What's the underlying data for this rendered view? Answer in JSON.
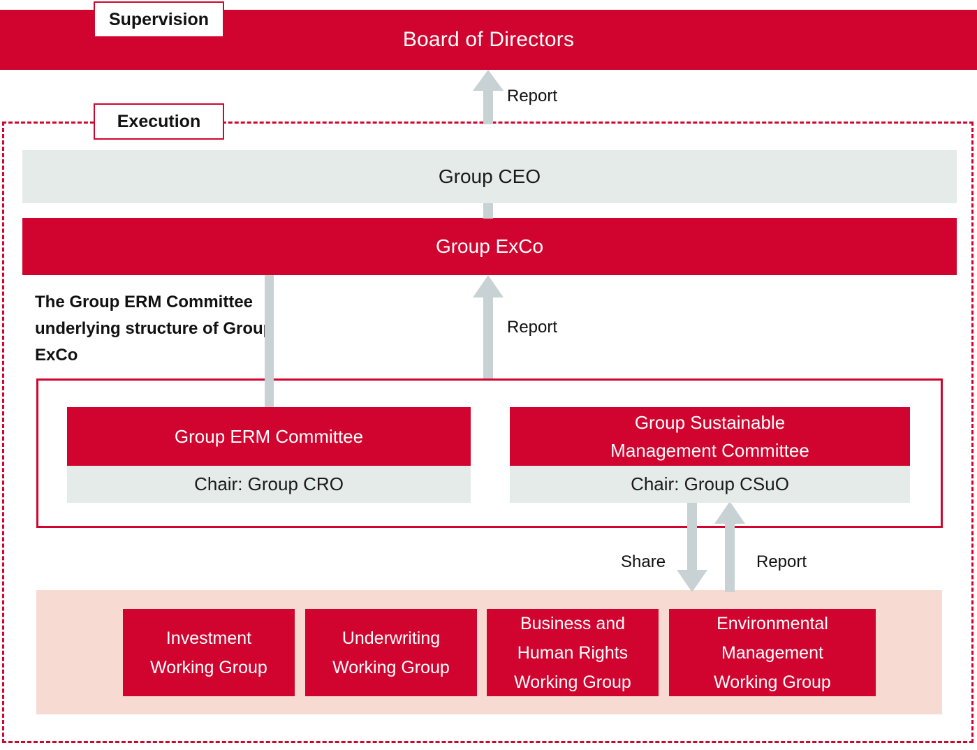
{
  "diagram": {
    "sections": {
      "supervision_label": "Supervision",
      "execution_label": "Execution"
    },
    "board": {
      "title": "Board of Directors"
    },
    "ceo": {
      "label": "Group CEO"
    },
    "exco": {
      "label": "Group ExCo"
    },
    "note": "The Group ERM Committee underlying structure of Group ExCo",
    "committees": [
      {
        "name": "Group ERM Committee",
        "chair": "Chair: Group CRO"
      },
      {
        "name_line1": "Group Sustainable",
        "name_line2": "Management Committee",
        "chair": "Chair: Group CSuO"
      }
    ],
    "working_groups": [
      {
        "line1": "Investment",
        "line2": "Working Group",
        "line3": ""
      },
      {
        "line1": "Underwriting",
        "line2": "Working Group",
        "line3": ""
      },
      {
        "line1": "Business and",
        "line2": "Human Rights",
        "line3": "Working Group"
      },
      {
        "line1": "Environmental",
        "line2": "Management",
        "line3": "Working Group"
      }
    ],
    "connectors": {
      "board_report": "Report",
      "exco_report": "Report",
      "wg_share": "Share",
      "wg_report": "Report"
    },
    "colors": {
      "brand_red": "#D0042E",
      "pale_gray": "#E4EBE9",
      "pale_pink": "#F7DAD1",
      "arrow_gray": "#C8D1D3"
    }
  }
}
